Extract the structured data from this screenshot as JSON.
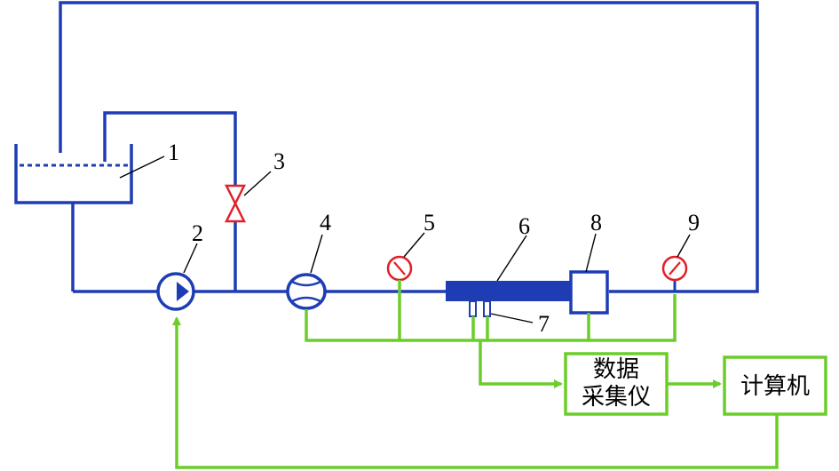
{
  "labels": {
    "n1": "1",
    "n2": "2",
    "n3": "3",
    "n4": "4",
    "n5": "5",
    "n6": "6",
    "n7": "7",
    "n8": "8",
    "n9": "9"
  },
  "boxes": {
    "acquisition_line1": "数据",
    "acquisition_line2": "采集仪",
    "computer": "计算机"
  },
  "colors": {
    "pipe": "#1e3db4",
    "signal": "#6ccd2a",
    "valve": "#e0202a",
    "gauge": "#e0202a"
  }
}
